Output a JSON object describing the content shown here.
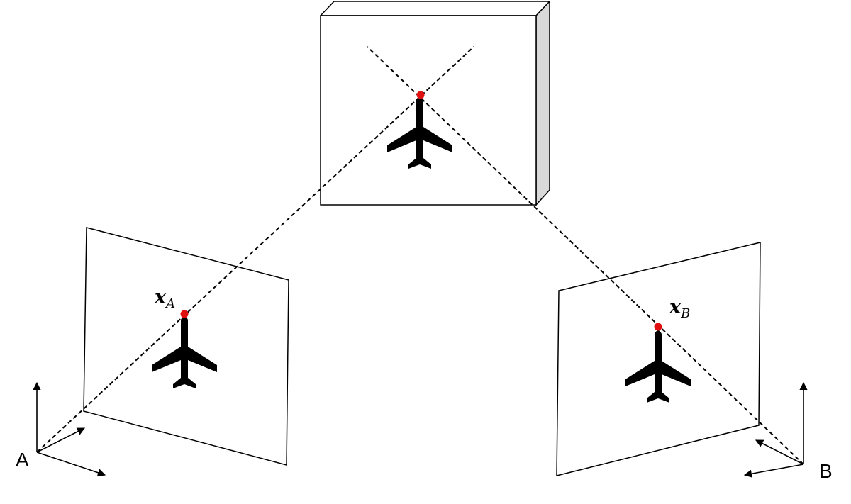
{
  "camera_a": {
    "label": "A",
    "point_label_main": "x",
    "point_label_sub": "A"
  },
  "camera_b": {
    "label": "B",
    "point_label_main": "x",
    "point_label_sub": "B"
  },
  "colors": {
    "stroke": "#000000",
    "box_side": "#d9d9d9",
    "point": "#e01010"
  }
}
